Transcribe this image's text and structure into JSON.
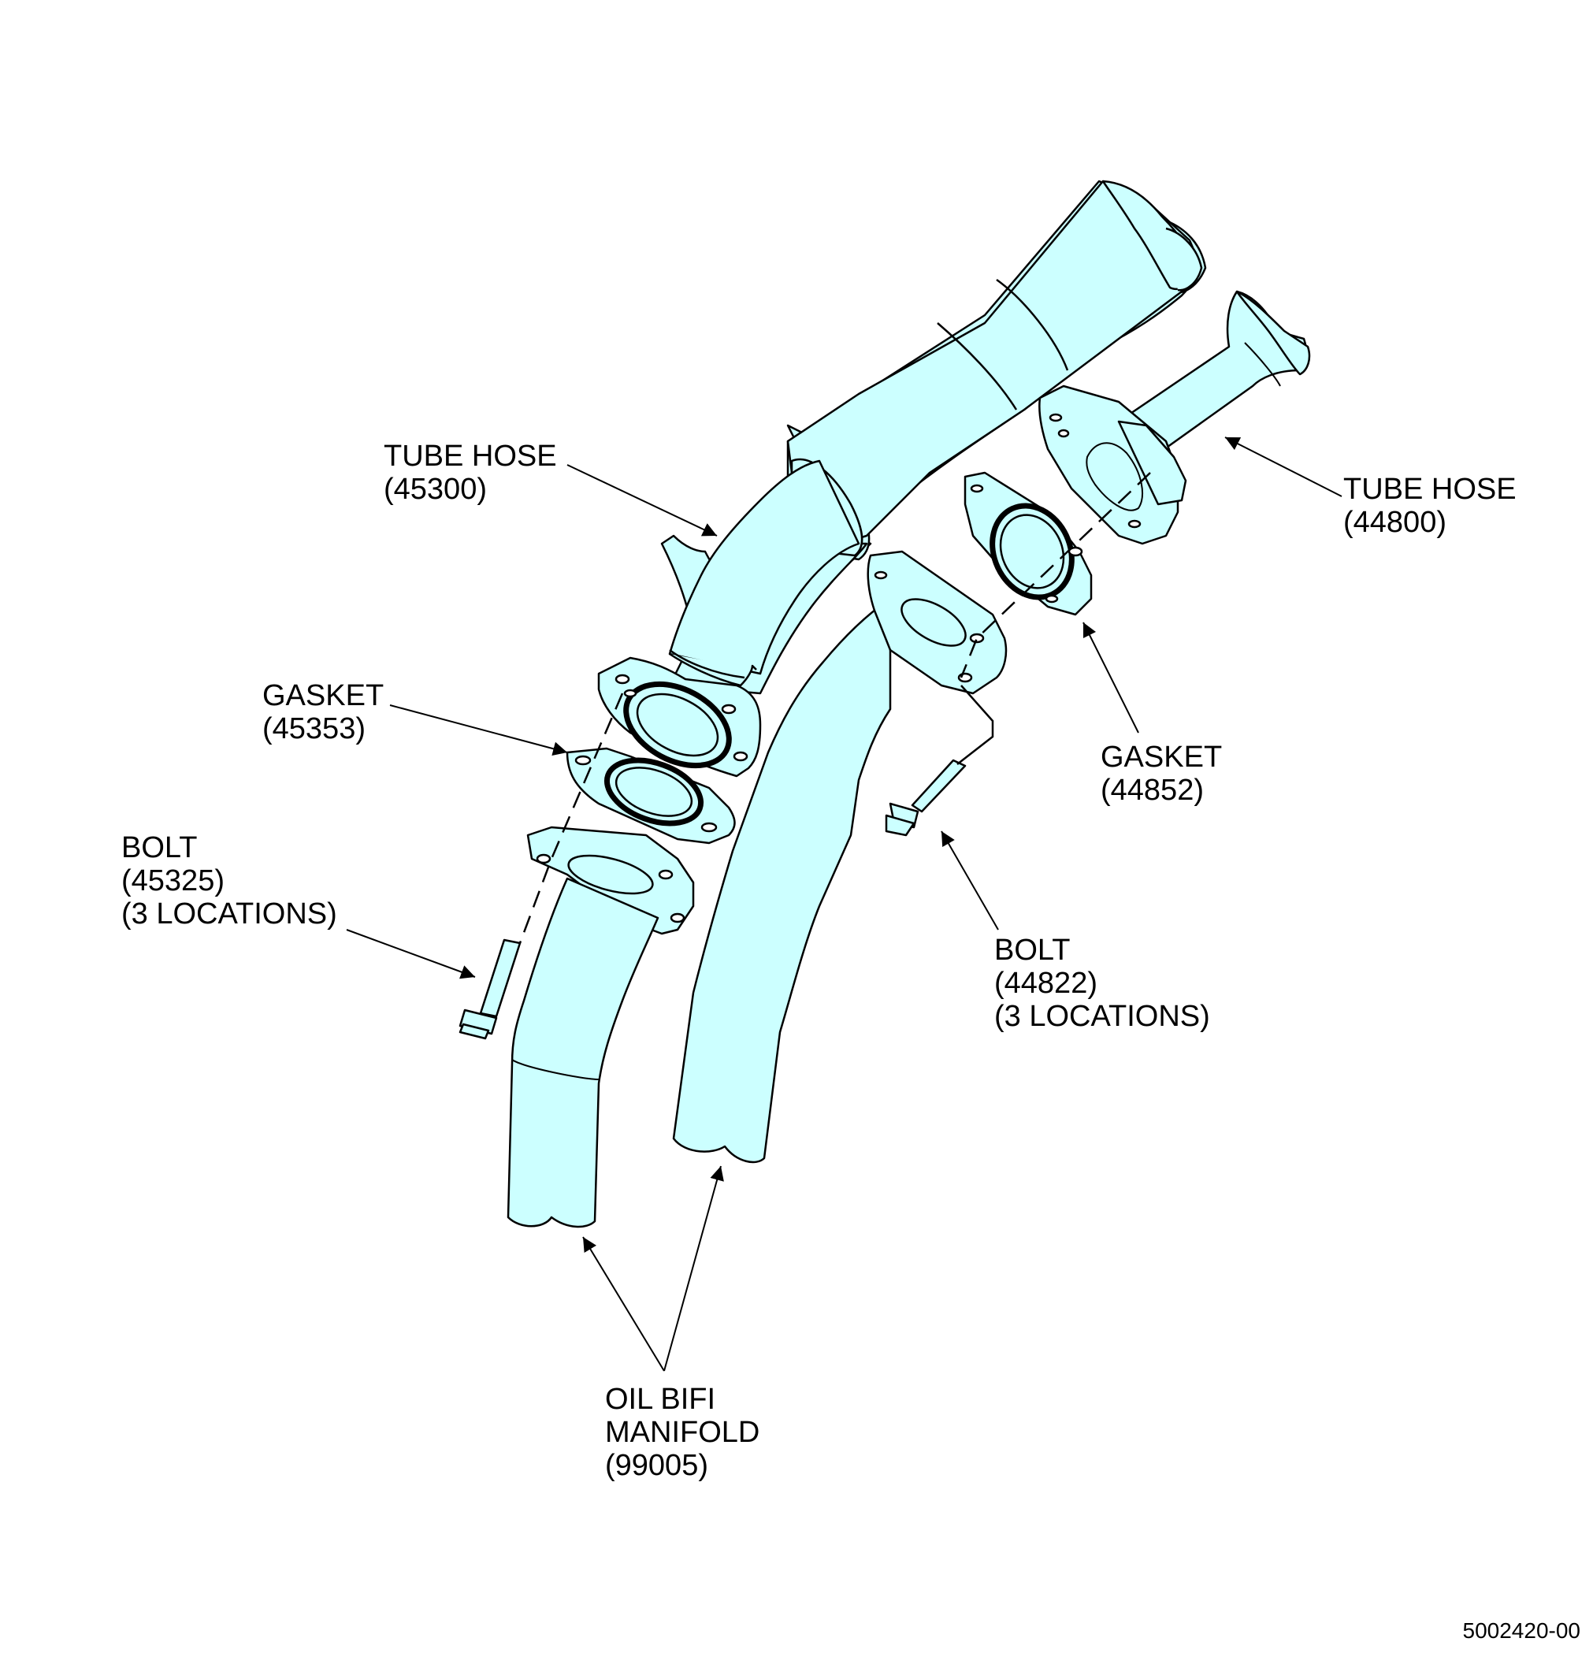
{
  "labels": {
    "tube_hose_45300": [
      "TUBE HOSE",
      "(45300)"
    ],
    "tube_hose_44800": [
      "TUBE HOSE",
      "(44800)"
    ],
    "gasket_45353": [
      "GASKET",
      "(45353)"
    ],
    "gasket_44852": [
      "GASKET",
      "(44852)"
    ],
    "bolt_45325": [
      "BOLT",
      "(45325)",
      "(3 LOCATIONS)"
    ],
    "bolt_44822": [
      "BOLT",
      "(44822)",
      "(3 LOCATIONS)"
    ],
    "manifold_99005": [
      "OIL BIFI",
      "MANIFOLD",
      "(99005)"
    ]
  },
  "document_number": "5002420-00",
  "colors": {
    "part_fill": "#ccffff",
    "line": "#000000",
    "background": "#ffffff"
  }
}
